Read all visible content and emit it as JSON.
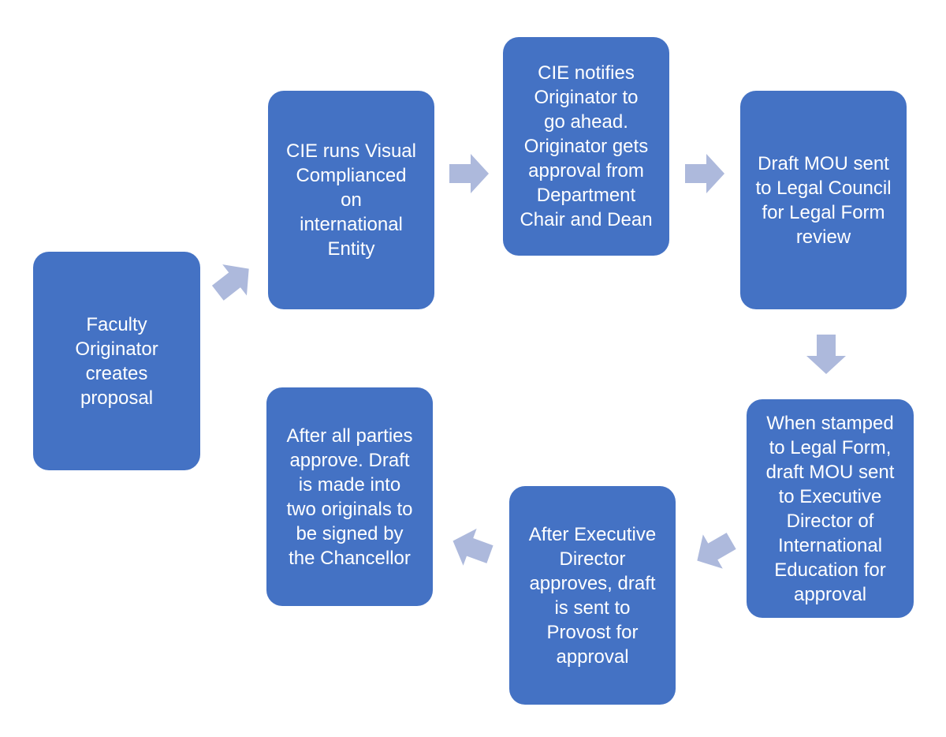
{
  "steps": [
    {
      "id": "step-1",
      "text": "Faculty\nOriginator\ncreates\nproposal"
    },
    {
      "id": "step-2",
      "text": "CIE runs Visual\nComplianced\non\ninternational\nEntity"
    },
    {
      "id": "step-3",
      "text": "CIE notifies\nOriginator to\ngo ahead.\nOriginator gets\napproval from\nDepartment\nChair and Dean"
    },
    {
      "id": "step-4",
      "text": "Draft MOU sent\nto Legal Council\nfor Legal Form\nreview"
    },
    {
      "id": "step-5",
      "text": "When stamped\nto Legal Form,\ndraft MOU sent\nto Executive\nDirector of\nInternational\nEducation for\napproval"
    },
    {
      "id": "step-6",
      "text": "After Executive\nDirector\napproves, draft\nis sent to\nProvost for\napproval"
    },
    {
      "id": "step-7",
      "text": "After all parties\napprove.  Draft\nis made into\ntwo originals to\nbe signed by\nthe Chancellor"
    }
  ],
  "arrows": [
    {
      "from": "step-1",
      "to": "step-2",
      "direction": "up-right"
    },
    {
      "from": "step-2",
      "to": "step-3",
      "direction": "right"
    },
    {
      "from": "step-3",
      "to": "step-4",
      "direction": "right"
    },
    {
      "from": "step-4",
      "to": "step-5",
      "direction": "down"
    },
    {
      "from": "step-5",
      "to": "step-6",
      "direction": "down-left"
    },
    {
      "from": "step-6",
      "to": "step-7",
      "direction": "left"
    }
  ],
  "colors": {
    "box_fill": "#4472c4",
    "box_text": "#ffffff",
    "arrow_fill": "#adb9dc"
  }
}
